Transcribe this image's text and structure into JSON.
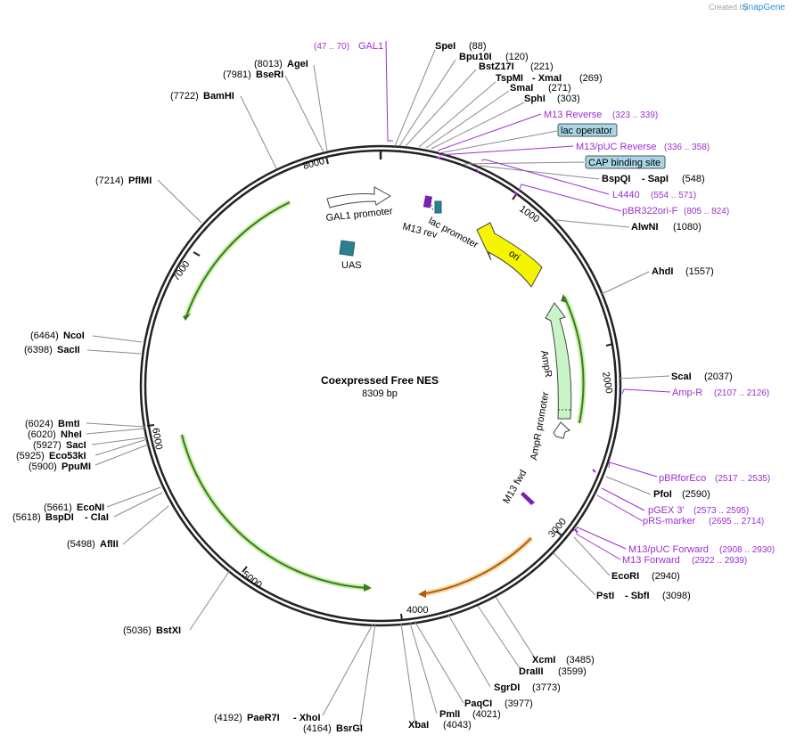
{
  "watermark": {
    "prefix": "Created by",
    "brand": "SnapGene"
  },
  "plasmid": {
    "name": "Coexpressed Free NES",
    "size": "8309 bp"
  },
  "ticks": {
    "t1000": "1000",
    "t2000": "2000",
    "t3000": "3000",
    "t4000": "4000",
    "t5000": "5000",
    "t6000": "6000",
    "t7000": "7000",
    "t8000": "8000"
  },
  "features": {
    "gal1_promoter": "GAL1 promoter",
    "uas": "UAS",
    "lac_promoter": "lac promoter",
    "m13_rev": "M13 rev",
    "ori": "ori",
    "ampr": "AmpR",
    "ampr_promoter": "AmpR promoter",
    "m13_fwd": "M13 fwd"
  },
  "colors": {
    "ori": "#f5f500",
    "ampr": "#c8f5c8",
    "uas": "#2f7f92",
    "cds_green": "#3a7a1e",
    "cds_orange": "#b35c0f",
    "primer": "#9b30d0",
    "highlight": "#a9d6e6"
  },
  "sites": [
    {
      "pos": "(47 .. 70)",
      "name": "GAL1",
      "kind": "primer"
    },
    {
      "name": "SpeI",
      "pos": "(88)"
    },
    {
      "name": "Bpu10I",
      "pos": "(120)"
    },
    {
      "name": "BstZ17I",
      "pos": "(221)"
    },
    {
      "name": "TspMI",
      "name2": "- XmaI",
      "pos": "(269)"
    },
    {
      "name": "SmaI",
      "pos": "(271)"
    },
    {
      "name": "SphI",
      "pos": "(303)"
    },
    {
      "name": "M13 Reverse",
      "pos": "(323 .. 339)",
      "kind": "primer"
    },
    {
      "name": "lac operator",
      "kind": "box"
    },
    {
      "name": "M13/pUC Reverse",
      "pos": "(336 .. 358)",
      "kind": "primer"
    },
    {
      "name": "CAP binding site",
      "kind": "box"
    },
    {
      "name": "BspQI",
      "name2": "- SapI",
      "pos": "(548)"
    },
    {
      "name": "L4440",
      "pos": "(554 .. 571)",
      "kind": "primer"
    },
    {
      "name": "pBR322ori-F",
      "pos": "(805 .. 824)",
      "kind": "primer"
    },
    {
      "name": "AlwNI",
      "pos": "(1080)"
    },
    {
      "name": "AhdI",
      "pos": "(1557)"
    },
    {
      "name": "ScaI",
      "pos": "(2037)"
    },
    {
      "name": "Amp-R",
      "pos": "(2107 .. 2126)",
      "kind": "primer"
    },
    {
      "name": "pBRforEco",
      "pos": "(2517 .. 2535)",
      "kind": "primer"
    },
    {
      "name": "PfoI",
      "pos": "(2590)"
    },
    {
      "name": "pGEX 3'",
      "pos": "(2573 .. 2595)",
      "kind": "primer"
    },
    {
      "name": "pRS-marker",
      "pos": "(2695 .. 2714)",
      "kind": "primer"
    },
    {
      "name": "M13/pUC Forward",
      "pos": "(2908 .. 2930)",
      "kind": "primer"
    },
    {
      "name": "M13 Forward",
      "pos": "(2922 .. 2939)",
      "kind": "primer"
    },
    {
      "name": "EcoRI",
      "pos": "(2940)"
    },
    {
      "name": "PstI",
      "name2": "- SbfI",
      "pos": "(3098)"
    },
    {
      "name": "XcmI",
      "pos": "(3485)"
    },
    {
      "name": "DraIII",
      "pos": "(3599)"
    },
    {
      "name": "SgrDI",
      "pos": "(3773)"
    },
    {
      "name": "PaqCI",
      "pos": "(3977)"
    },
    {
      "name": "PmlI",
      "pos": "(4021)"
    },
    {
      "name": "XbaI",
      "pos": "(4043)"
    },
    {
      "name": "BsrGI",
      "pos": "(4164)"
    },
    {
      "name": "PaeR7I",
      "name2": "- XhoI",
      "pos": "(4192)"
    },
    {
      "name": "BstXI",
      "pos": "(5036)"
    },
    {
      "name": "AflII",
      "pos": "(5498)"
    },
    {
      "name": "EcoNI",
      "pos": "(5661)"
    },
    {
      "name": "BspDI",
      "name2": "- ClaI",
      "pos": "(5618)"
    },
    {
      "name": "PpuMI",
      "pos": "(5900)"
    },
    {
      "name": "Eco53kI",
      "pos": "(5925)"
    },
    {
      "name": "SacI",
      "pos": "(5927)"
    },
    {
      "name": "NheI",
      "pos": "(6020)"
    },
    {
      "name": "BmtI",
      "pos": "(6024)"
    },
    {
      "name": "SacII",
      "pos": "(6398)"
    },
    {
      "name": "NcoI",
      "pos": "(6464)"
    },
    {
      "name": "PflMI",
      "pos": "(7214)"
    },
    {
      "name": "BamHI",
      "pos": "(7722)"
    },
    {
      "name": "BseRI",
      "pos": "(7981)"
    },
    {
      "name": "AgeI",
      "pos": "(8013)"
    }
  ]
}
